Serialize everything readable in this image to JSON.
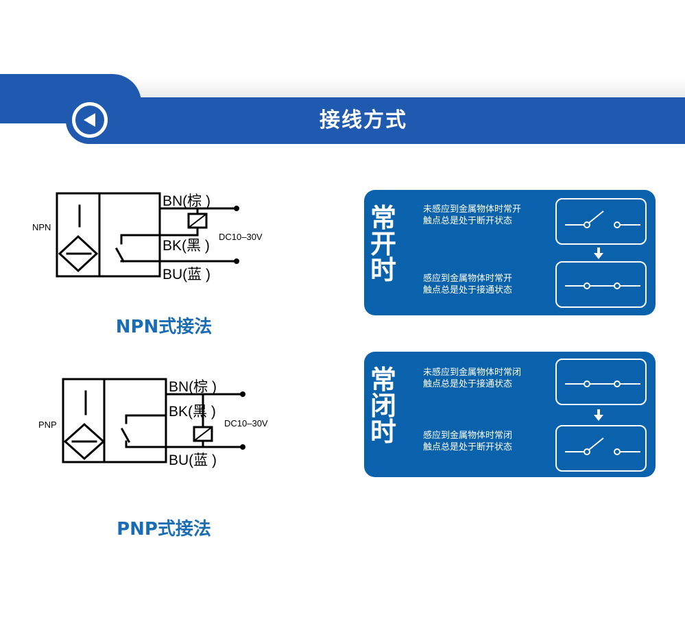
{
  "header": {
    "title": "接线方式"
  },
  "npn": {
    "label": "NPN",
    "brown": "BN(棕 )",
    "black": "BK(黑 )",
    "blue": "BU(蓝 )",
    "voltage": "DC10–30V",
    "caption": "NPN式接法"
  },
  "pnp": {
    "label": "PNP",
    "brown": "BN(棕 )",
    "black": "BK(黑 )",
    "blue": "BU(蓝 )",
    "voltage": "DC10–30V",
    "caption": "PNP式接法"
  },
  "panels": {
    "normally_open": {
      "title_chars": [
        "常",
        "开",
        "时"
      ],
      "top_desc_1": "未感应到金属物体时常开",
      "top_desc_2": "触点总是处于断开状态",
      "bottom_desc_1": "感应到金属物体时常开",
      "bottom_desc_2": "触点总是处于接通状态"
    },
    "normally_closed": {
      "title_chars": [
        "常",
        "闭",
        "时"
      ],
      "top_desc_1": "未感应到金属物体时常闭",
      "top_desc_2": "触点总是处于接通状态",
      "bottom_desc_1": "感应到金属物体时常闭",
      "bottom_desc_2": "触点总是处于断开状态"
    }
  },
  "colors": {
    "brand_blue": "#1f5ab0",
    "panel_blue": "#0a62ad",
    "caption_blue": "#1a6db5"
  },
  "icons": [
    "back-arrow-icon",
    "down-arrow-icon",
    "switch-open-icon",
    "switch-closed-icon"
  ]
}
